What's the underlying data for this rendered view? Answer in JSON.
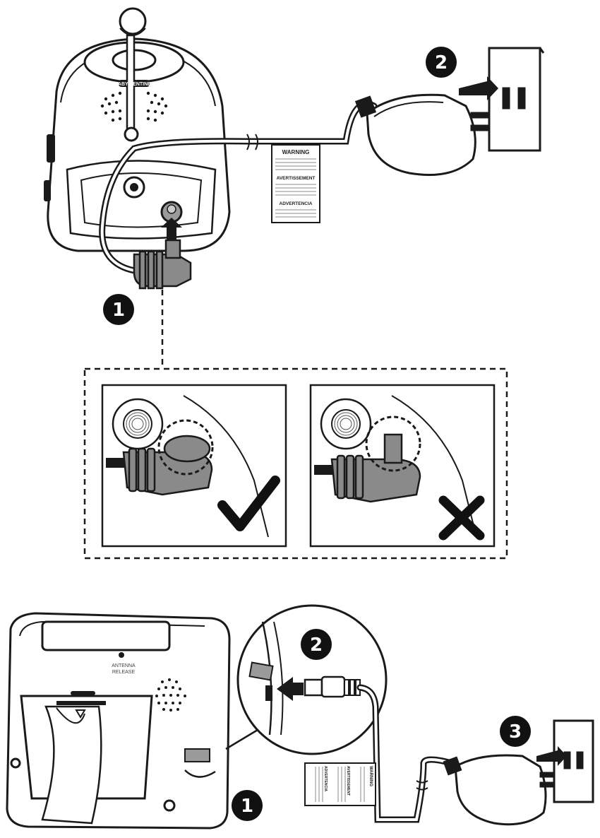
{
  "top": {
    "brand_label": "BABY SENTINEL",
    "step_badges": [
      "1",
      "2"
    ],
    "warning_label": {
      "title_en": "WARNING",
      "title_fr": "AVERTISSEMENT",
      "title_es": "ADVERTENCIA"
    }
  },
  "bottom": {
    "step_badges": [
      "1",
      "2",
      "3"
    ],
    "antenna_label_line1": "ANTENNA",
    "antenna_label_line2": "RELEASE",
    "warning_label": {
      "title_en": "WARNING",
      "title_fr": "AVERTISSEMENT",
      "title_es": "ADVERTENCIA"
    }
  },
  "colors": {
    "ink": "#1a1a1a",
    "grey_plug": "#8a8a8a",
    "badge_bg": "#111111"
  },
  "icons": [
    "check-mark-icon",
    "cross-mark-icon",
    "arrow-icon"
  ]
}
